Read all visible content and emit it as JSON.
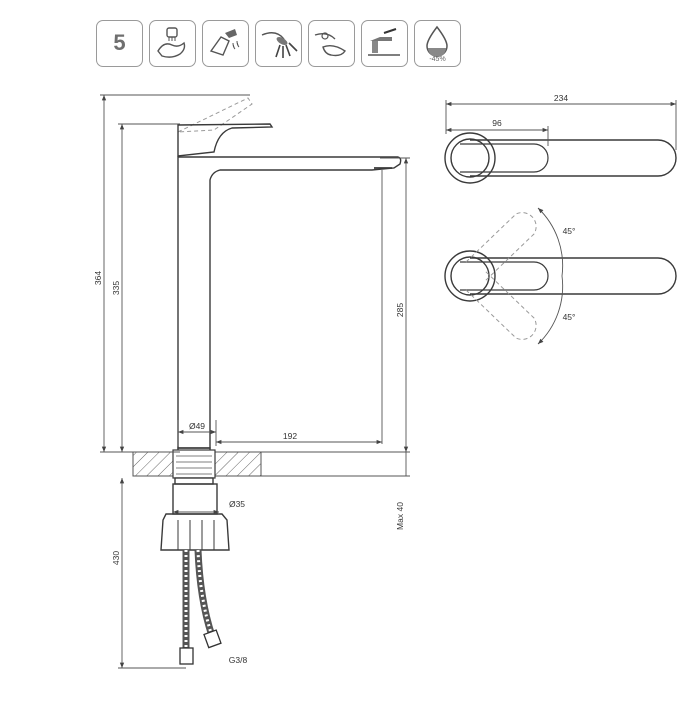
{
  "features": {
    "warranty_years": "5",
    "icons": [
      {
        "name": "warranty-icon"
      },
      {
        "name": "hand-cleaning-aerator-icon"
      },
      {
        "name": "limescale-removal-icon"
      },
      {
        "name": "aerator-spray-icon"
      },
      {
        "name": "eco-cold-start-icon"
      },
      {
        "name": "cold-water-lever-icon"
      },
      {
        "name": "water-saving-icon"
      }
    ],
    "water_saving_label": "-45%"
  },
  "dimensions": {
    "total_height": "364",
    "body_height": "335",
    "spout_height": "285",
    "spout_reach": "192",
    "base_diameter": "Ø49",
    "shank_diameter": "Ø35",
    "deck_thickness": "Max 40",
    "hose_length": "430",
    "hose_thread": "G3/8",
    "top_total_length": "234",
    "top_handle_length": "96",
    "rotation_up": "45°",
    "rotation_down": "45°"
  },
  "colors": {
    "line": "#3a3a3a",
    "dim_line": "#555555",
    "icon_border": "#9a9a9a",
    "dashed": "#9a9a9a"
  }
}
